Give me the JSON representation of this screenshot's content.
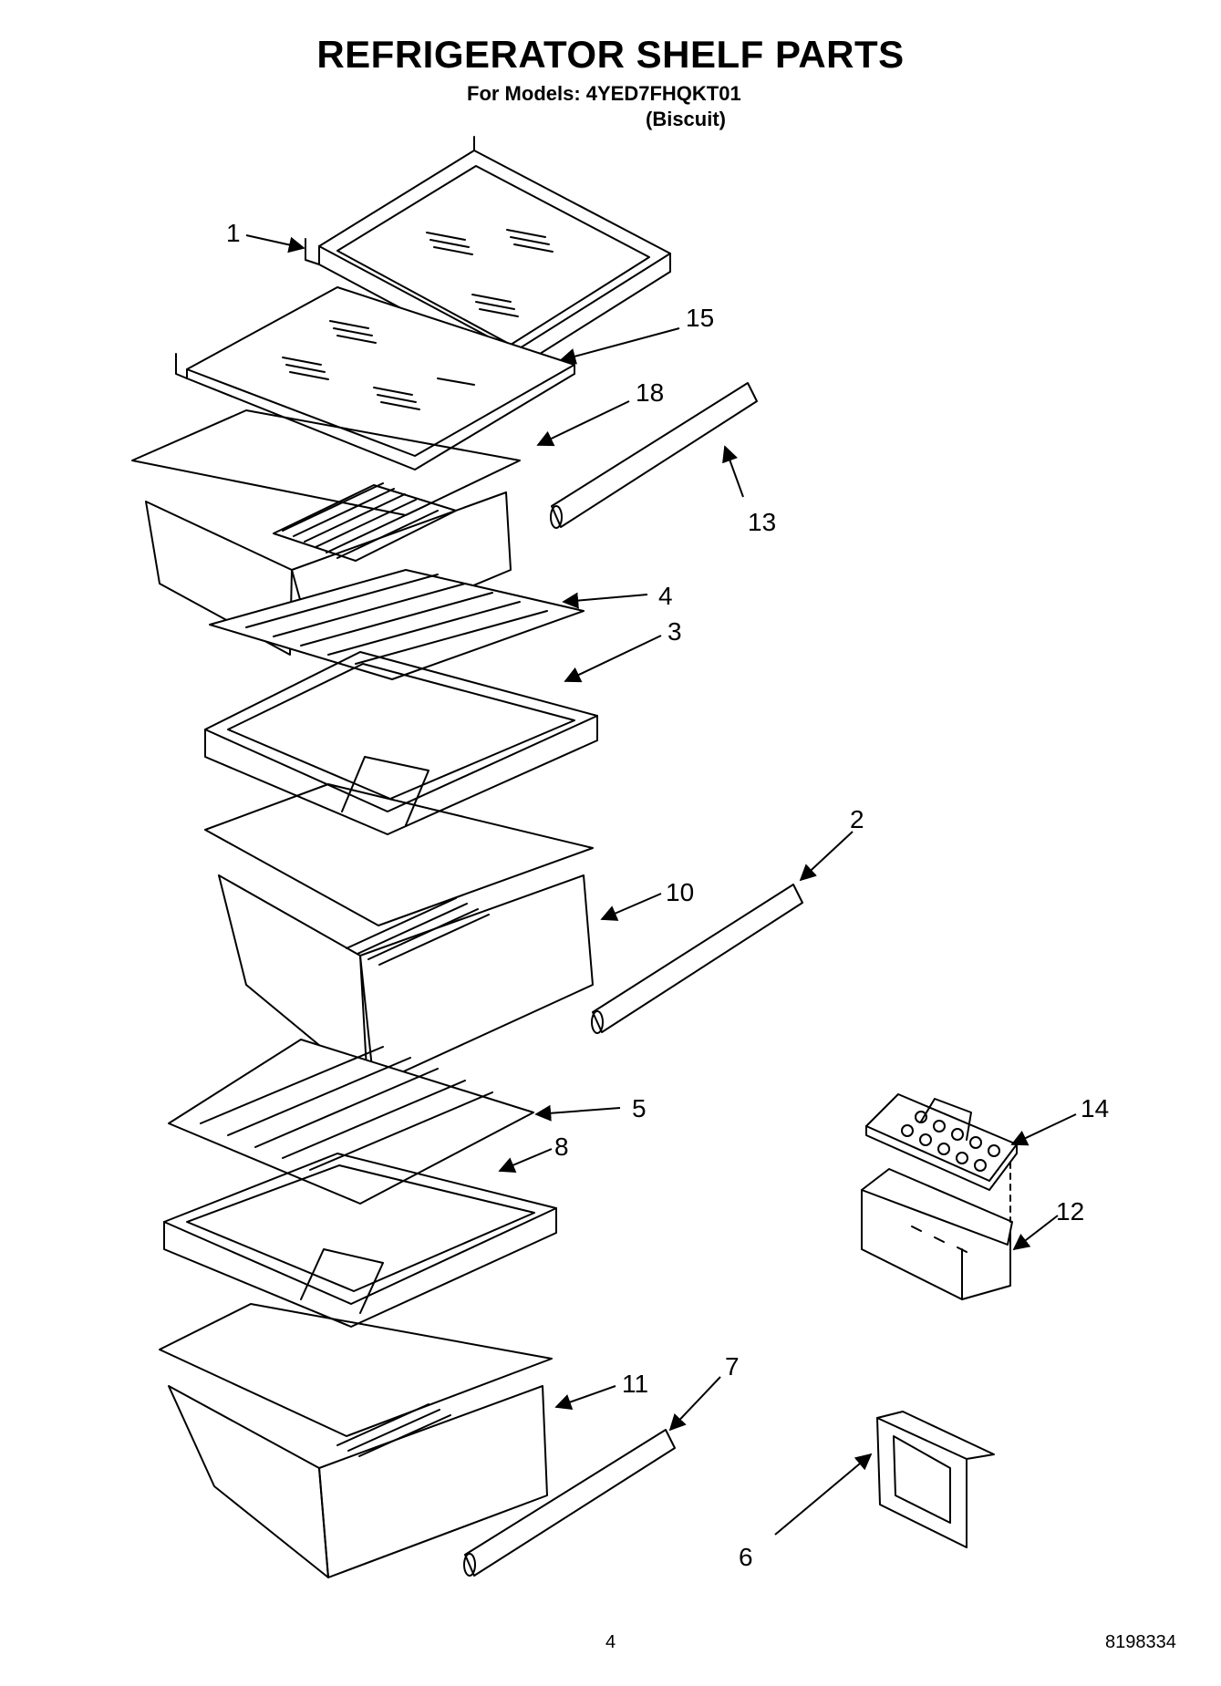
{
  "header": {
    "title": "REFRIGERATOR SHELF PARTS",
    "models_line": "For Models: 4YED7FHQKT01",
    "variant": "(Biscuit)"
  },
  "callouts": [
    "1",
    "15",
    "18",
    "13",
    "4",
    "3",
    "2",
    "10",
    "5",
    "8",
    "14",
    "12",
    "11",
    "7",
    "6"
  ],
  "footer": {
    "page_number": "4",
    "document_number": "8198334"
  }
}
